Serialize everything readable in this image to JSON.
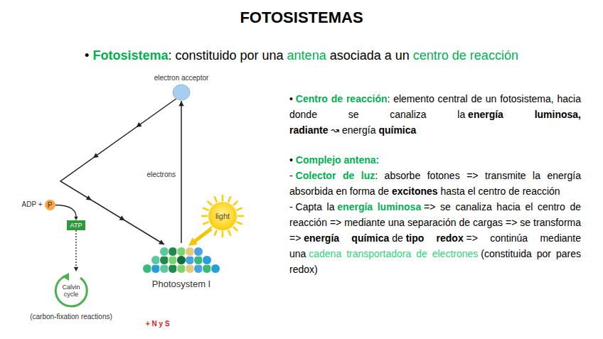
{
  "diagram": {
    "title": "FOTOSISTEMAS",
    "nodes": [
      {
        "text": [
          "electron acceptor"
        ]
      },
      {
        "text": [
          "light"
        ]
      },
      {
        "text": [
          "P"
        ]
      },
      {
        "text": [
          "ATP"
        ]
      },
      {
        "text": [
          "Photosystem I"
        ]
      },
      {
        "text": [
          "Calvin cycle",
          "(carbon-fixation reactions)"
        ]
      }
    ],
    "edges": [
      {
        "from": 4,
        "to": 0,
        "arrow": "to",
        "label": "electrons"
      },
      {
        "from": 0,
        "to": 4,
        "arrow": "to"
      },
      {
        "from": 1,
        "to": 4,
        "arrow": "to"
      },
      {
        "from": 2,
        "to": 3,
        "arrow": "to"
      },
      {
        "from": 3,
        "to": 5,
        "arrow": "to"
      }
    ],
    "labels": [
      "•",
      "Fotosistema",
      ": constituido por una",
      "antena",
      "asociada a un",
      "centro de reacción",
      "ADP +",
      "+ N y S",
      "•",
      "Centro de reacción",
      ": elemento central de un fotosistema, hacia donde se canaliza la",
      "energía luminosa, radiante",
      "↝",
      "energía",
      "química",
      "•",
      "Complejo antena:",
      "-",
      "Colector de luz",
      ": absorbe fotones => transmite la energía absorbida en forma de",
      "excitones",
      "hasta el centro de reacción",
      "-",
      "Capta la",
      "energía luminosa",
      "=> se canaliza hacia el centro de reacción => mediante una separación de cargas => se transforma =>",
      "energía química",
      "de",
      "tipo redox",
      "=> continúa mediante una",
      "cadena transportadora de electrones",
      "(constituida por pares redox)"
    ]
  }
}
